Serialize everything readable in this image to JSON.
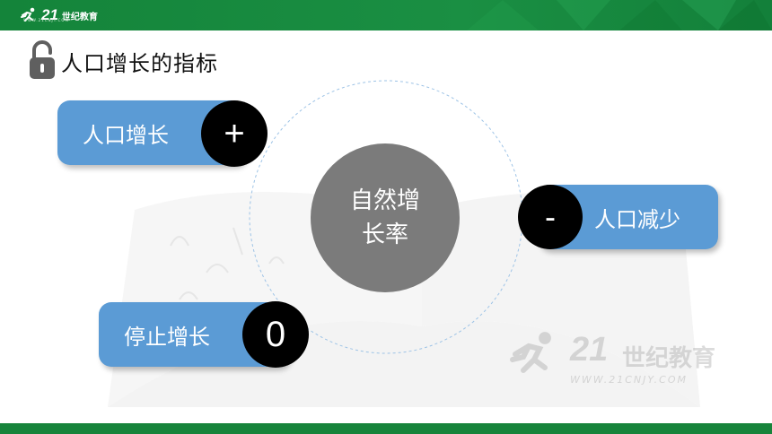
{
  "header": {
    "logo_number": "21",
    "logo_text": "世纪教育",
    "logo_subtext": "WWW.21CNJY.COM"
  },
  "slide": {
    "title": "人口增长的指标",
    "center_label_line1": "自然增",
    "center_label_line2": "长率",
    "items": [
      {
        "label": "人口增长",
        "symbol": "+"
      },
      {
        "label": "人口减少",
        "symbol": "-"
      },
      {
        "label": "停止增长",
        "symbol": "0"
      }
    ]
  },
  "watermark": {
    "number": "21",
    "text": "世纪教育",
    "subtext": "WWW.21CNJY.COM"
  },
  "colors": {
    "topbar": "#1a8f43",
    "pill": "#5b9bd5",
    "center_circle": "#7b7b7b",
    "badge": "#000000"
  },
  "icons": [
    "lock-icon",
    "runner-logo-icon"
  ]
}
